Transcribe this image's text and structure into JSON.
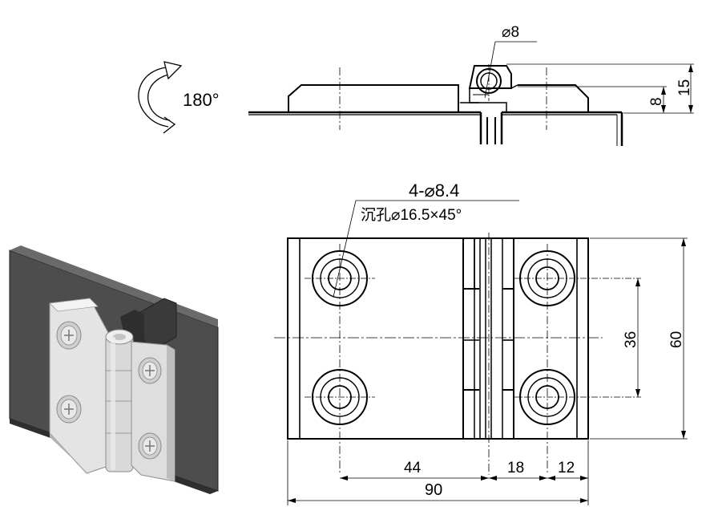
{
  "annotations": {
    "rotation": "180°",
    "pin_diameter": "⌀8",
    "dim_height_total": "15",
    "dim_height_leaf": "8",
    "hole_callout": "4-⌀8.4",
    "countersink_callout": "沉孔⌀16.5×45°",
    "dim_hole_spacing_vertical": "36",
    "dim_overall_height": "60",
    "dim_44": "44",
    "dim_18": "18",
    "dim_12": "12",
    "dim_overall_width": "90"
  },
  "colors": {
    "line": "#000000",
    "panel": "#4a4a4a",
    "metal_light": "#e6e6e6",
    "metal_mid": "#cfcfcf",
    "metal_dark": "#9a9a9a"
  }
}
